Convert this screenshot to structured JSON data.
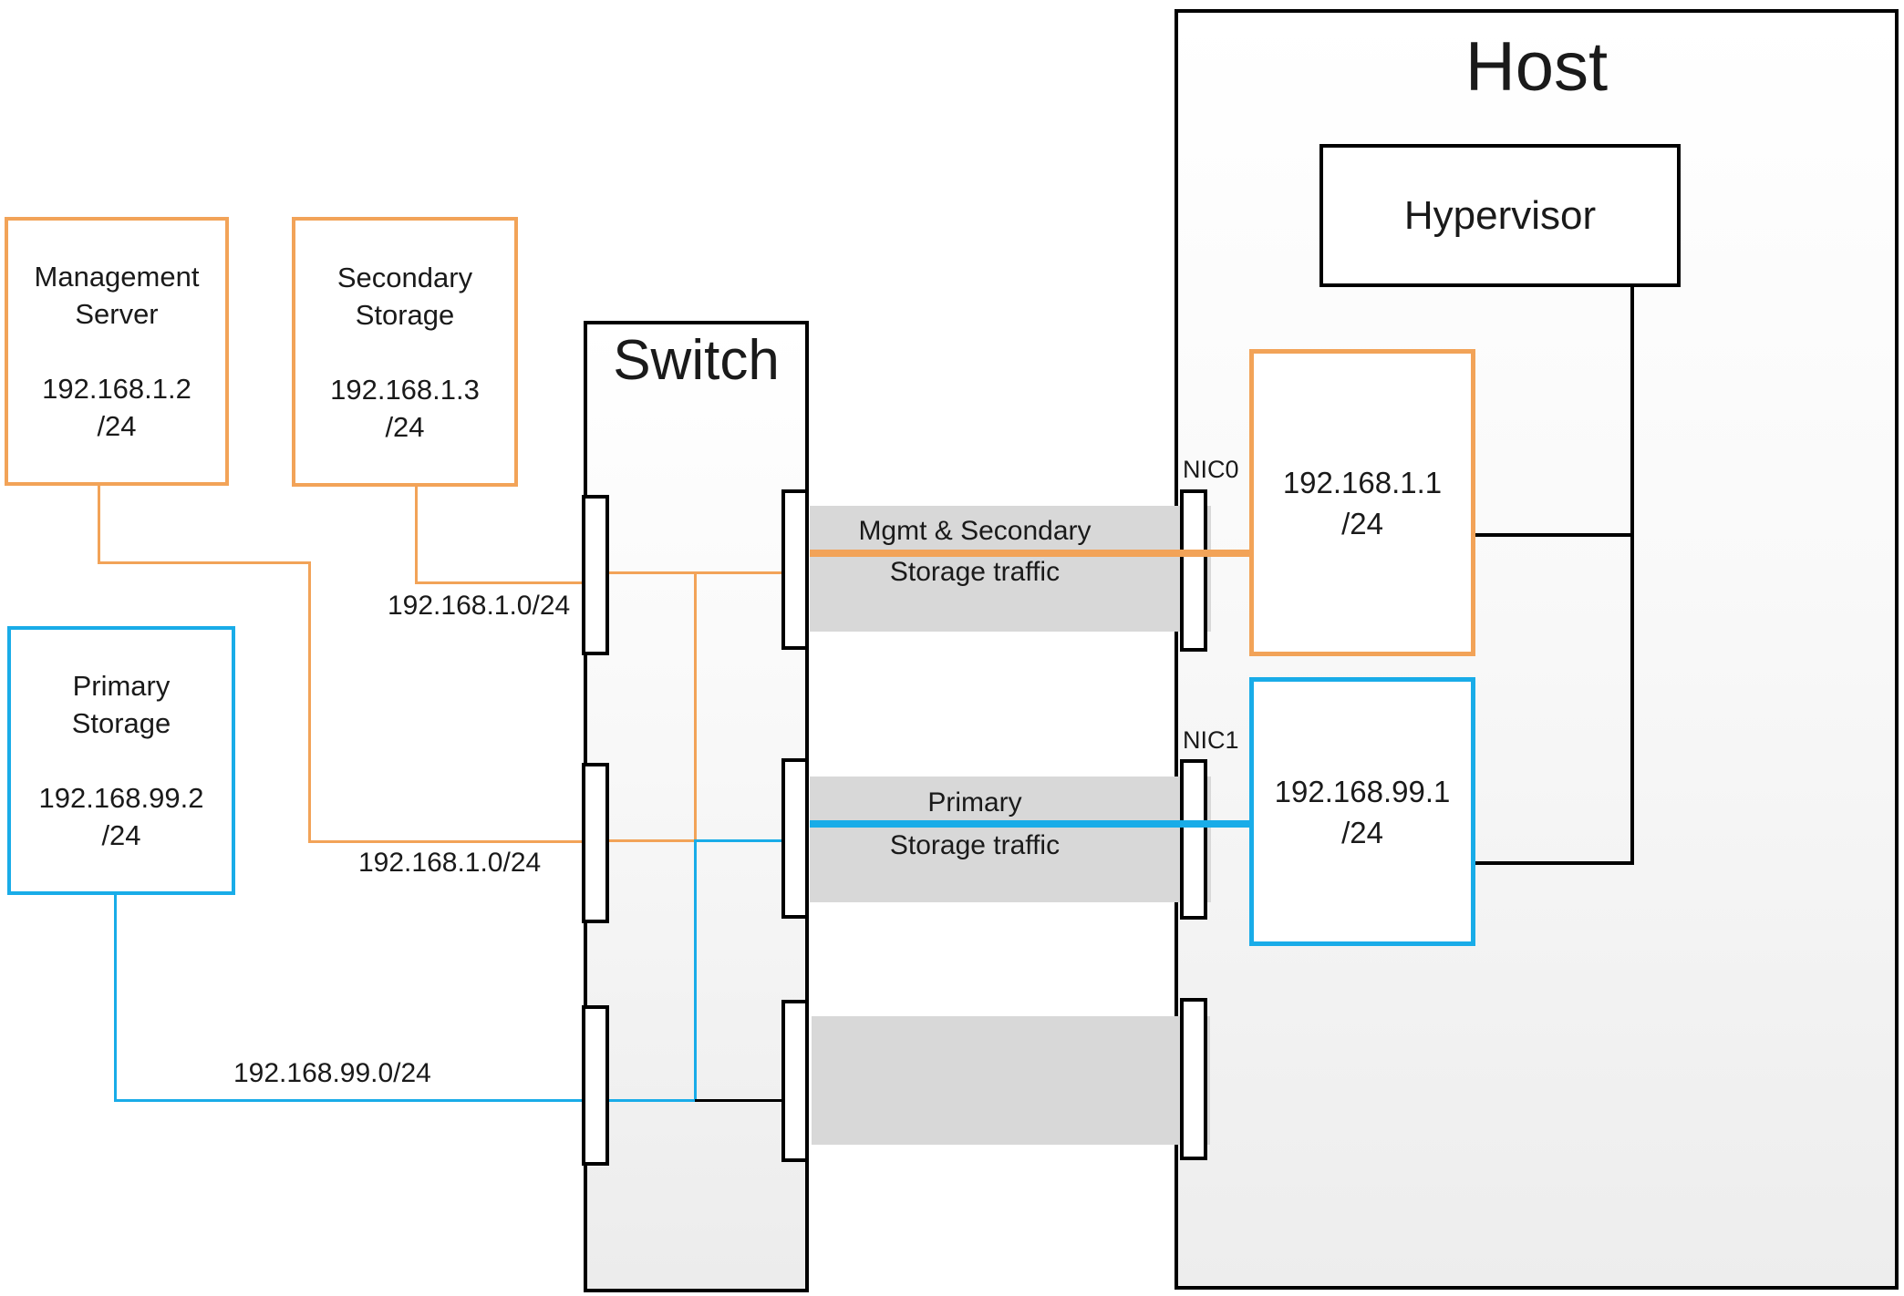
{
  "nodes": {
    "host": {
      "label": "Host"
    },
    "switch": {
      "label": "Switch"
    },
    "hypervisor": {
      "label": "Hypervisor"
    },
    "management_server": {
      "text": "Management\nServer\n \n192.168.1.2\n/24"
    },
    "secondary_storage": {
      "text": "Secondary\nStorage\n \n192.168.1.3\n/24"
    },
    "primary_storage": {
      "text": "Primary\nStorage\n \n192.168.99.2\n/24"
    },
    "nic0": {
      "port_label": "NIC0",
      "text": "192.168.1.1\n/24"
    },
    "nic1": {
      "port_label": "NIC1",
      "text": "192.168.99.1\n/24"
    }
  },
  "subnet_labels": {
    "secondary_link": "192.168.1.0/24",
    "management_link": "192.168.1.0/24",
    "primary_link": "192.168.99.0/24"
  },
  "traffic_bands": {
    "mgmt_secondary": {
      "line1": "Mgmt & Secondary",
      "line2": "Storage traffic"
    },
    "primary": {
      "line1": "Primary",
      "line2": "Storage traffic"
    }
  },
  "colors": {
    "orange": "#F2A358",
    "blue": "#19ACE8",
    "band_gray": "#D8D8D8",
    "line_black": "#000000"
  }
}
